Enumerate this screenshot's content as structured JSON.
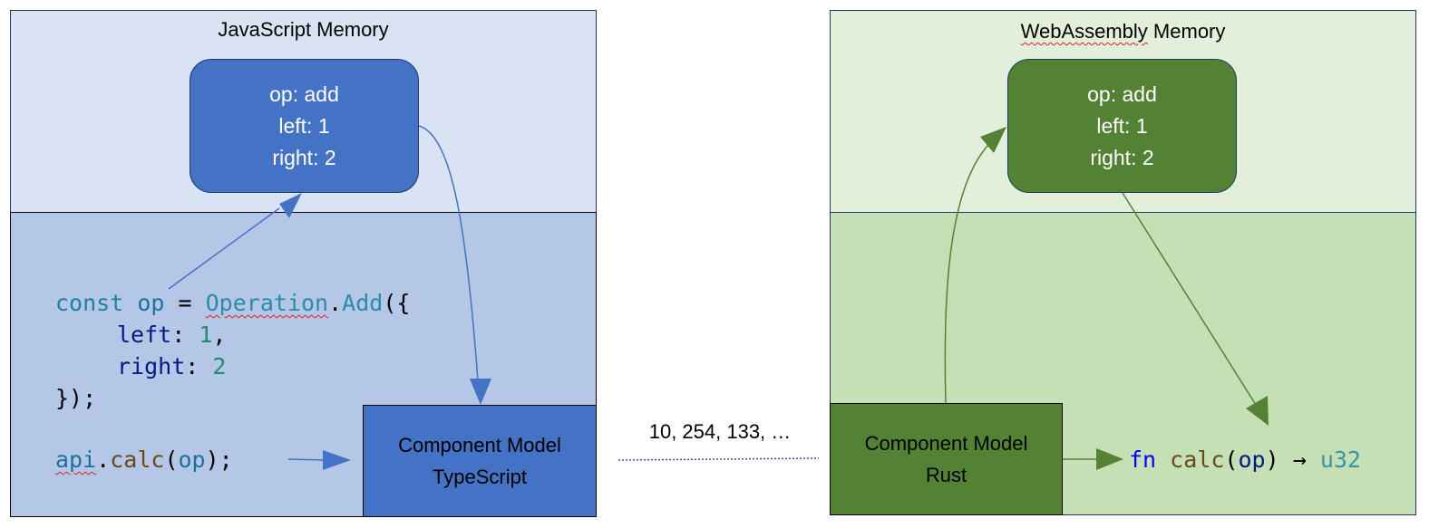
{
  "js_memory": {
    "title": "JavaScript Memory",
    "object_lines": [
      "op: add",
      "left: 1",
      "right: 2"
    ],
    "component": [
      "Component Model",
      "TypeScript"
    ],
    "code": {
      "line1": {
        "kw": "const",
        "var": "op",
        "eq": "=",
        "cls": "Operation",
        "dot": ".",
        "method": "Add",
        "open": "({"
      },
      "line2": {
        "prop": "left",
        "colon": ":",
        "num": "1",
        "comma": ","
      },
      "line3": {
        "prop": "right",
        "colon": ":",
        "num": "2"
      },
      "line4": "});",
      "line5": {
        "obj": "api",
        "dot": ".",
        "fn": "calc",
        "open": "(",
        "arg": "op",
        "close": ");"
      }
    },
    "colors": {
      "top": "#dae3f3",
      "bottom": "#b4c7e7",
      "box": "#4472c4"
    }
  },
  "wire": {
    "label": "10, 254, 133, …"
  },
  "wasm_memory": {
    "title": "WebAssembly Memory",
    "title_parts": [
      "WebAssembly",
      " Memory"
    ],
    "object_lines": [
      "op: add",
      "left: 1",
      "right: 2"
    ],
    "component": [
      "Component Model",
      "Rust"
    ],
    "signature": {
      "kw": "fn",
      "name": "calc",
      "open": "(",
      "arg": "op",
      "close": ")",
      "arrow": "→",
      "ret": "u32"
    },
    "colors": {
      "top": "#e2efda",
      "bottom": "#c5e0b4",
      "box": "#548235"
    }
  }
}
